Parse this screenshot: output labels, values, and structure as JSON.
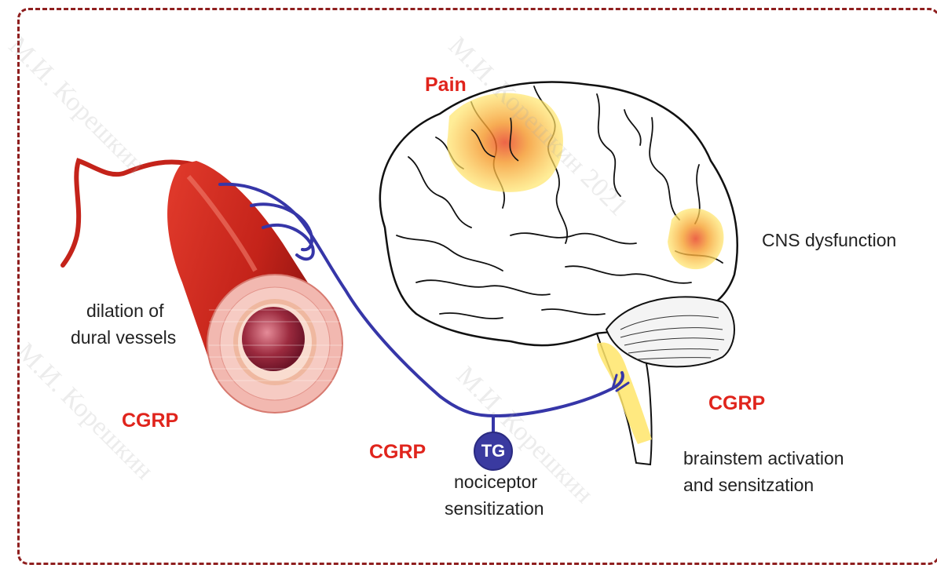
{
  "labels": {
    "pain": "Pain",
    "cns": "CNS dysfunction",
    "dilation_line1": "dilation of",
    "dilation_line2": "dural vessels",
    "cgrp_vessel": "CGRP",
    "cgrp_tg": "CGRP",
    "cgrp_brainstem": "CGRP",
    "tg": "TG",
    "nociceptor_line1": "nociceptor",
    "nociceptor_line2": "sensitization",
    "brainstem_line1": "brainstem activation",
    "brainstem_line2": "and sensitzation"
  },
  "watermark": {
    "text_a": "М.И. Корешкин",
    "text_b": "М.И. Корешкин 2021"
  },
  "colors": {
    "frame": "#8f1f1f",
    "accent_red": "#e0241c",
    "nerve": "#3636a8",
    "tg_node": "#3a3aa0",
    "vessel": "#c4231a",
    "vessel_cross_section": "#f2b8b0",
    "activation_glow": "#ffd84a",
    "activation_core": "#e8431f"
  }
}
